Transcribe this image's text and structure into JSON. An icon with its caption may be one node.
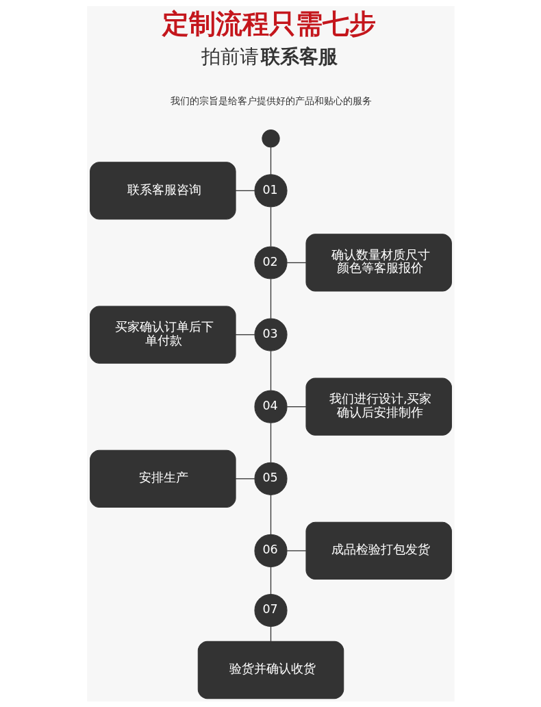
{
  "diagram": {
    "title": "定制流程只需七步",
    "nodes": [
      {
        "text": [],
        "shape": "circle"
      },
      {
        "text": [
          "联系客服咨询"
        ]
      },
      {
        "text": [
          "01"
        ]
      },
      {
        "text": [
          "02"
        ]
      },
      {
        "text": [
          "确认数量材质尺寸颜色等客服报价"
        ]
      },
      {
        "text": [
          "买家确认订单后下单付款"
        ]
      },
      {
        "text": [
          "03"
        ]
      },
      {
        "text": [
          "04"
        ]
      },
      {
        "text": [
          "我们进行设计,买家确认后安排制作"
        ]
      },
      {
        "text": [
          "安排生产"
        ]
      },
      {
        "text": [
          "05"
        ]
      },
      {
        "text": [
          "06"
        ]
      },
      {
        "text": [
          "成品检验打包发货"
        ]
      },
      {
        "text": [
          "07"
        ]
      },
      {
        "text": [
          "验货并确认收货"
        ]
      }
    ],
    "edges": [
      {
        "from": 0,
        "to": 2,
        "arrow": "none"
      },
      {
        "from": 1,
        "to": 2,
        "arrow": "none"
      },
      {
        "from": 2,
        "to": 3,
        "arrow": "none"
      },
      {
        "from": 3,
        "to": 4,
        "arrow": "none"
      },
      {
        "from": 3,
        "to": 6,
        "arrow": "none"
      },
      {
        "from": 5,
        "to": 6,
        "arrow": "none"
      },
      {
        "from": 6,
        "to": 7,
        "arrow": "none"
      },
      {
        "from": 7,
        "to": 8,
        "arrow": "none"
      },
      {
        "from": 7,
        "to": 10,
        "arrow": "none"
      },
      {
        "from": 9,
        "to": 10,
        "arrow": "none"
      },
      {
        "from": 10,
        "to": 11,
        "arrow": "none"
      },
      {
        "from": 11,
        "to": 12,
        "arrow": "none"
      },
      {
        "from": 11,
        "to": 13,
        "arrow": "none"
      },
      {
        "from": 13,
        "to": 14,
        "arrow": "none"
      }
    ],
    "labels": [
      "拍前请**联系客服**",
      "我们的宗旨是给客户提供好的产品和贴心的服务"
    ]
  }
}
